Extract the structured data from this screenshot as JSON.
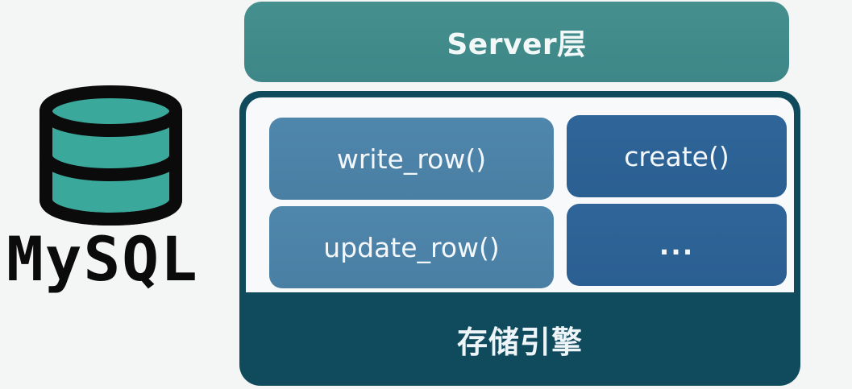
{
  "logo": {
    "text": "MySQL",
    "icon": "database-icon",
    "colors": {
      "fill": "#3aa89a",
      "stroke": "#0b0b0b"
    }
  },
  "server_layer": {
    "label": "Server层",
    "color": "#438e8e"
  },
  "engine": {
    "label": "存储引擎",
    "color": "#0f4a5d",
    "functions": [
      {
        "label": "write_row()",
        "color": "#4d83a8"
      },
      {
        "label": "create()",
        "color": "#2d6296"
      },
      {
        "label": "update_row()",
        "color": "#4d83a8"
      },
      {
        "label": "...",
        "color": "#2d6296"
      }
    ]
  }
}
